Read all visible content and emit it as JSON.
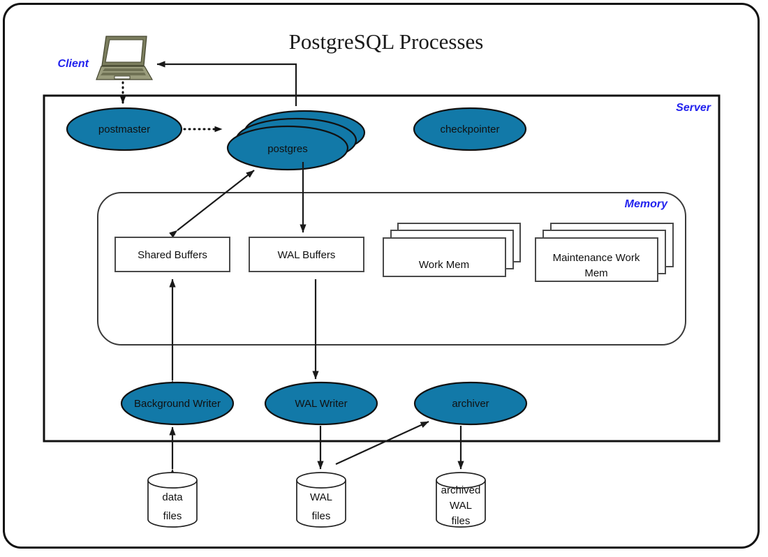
{
  "title": "PostgreSQL Processes",
  "colors": {
    "process_fill": "#1279a8",
    "label_blue": "#2222ee",
    "outline": "#111111",
    "laptop": "#7b7d5e"
  },
  "labels": {
    "client": "Client",
    "server": "Server",
    "memory": "Memory"
  },
  "icons": {
    "laptop": "laptop-icon"
  },
  "processes": [
    {
      "id": "postmaster",
      "label": "postmaster",
      "shape": "ellipse",
      "stacked": 1
    },
    {
      "id": "postgres",
      "label": "postgres",
      "shape": "ellipse-stack",
      "stacked": 3
    },
    {
      "id": "checkpointer",
      "label": "checkpointer",
      "shape": "ellipse",
      "stacked": 1
    },
    {
      "id": "background-writer",
      "label": "Background Writer",
      "shape": "ellipse",
      "stacked": 1
    },
    {
      "id": "wal-writer",
      "label": "WAL Writer",
      "shape": "ellipse",
      "stacked": 1
    },
    {
      "id": "archiver",
      "label": "archiver",
      "shape": "ellipse",
      "stacked": 1
    }
  ],
  "memory_areas": [
    {
      "id": "shared-buffers",
      "label": "Shared Buffers",
      "stacked": 1
    },
    {
      "id": "wal-buffers",
      "label": "WAL Buffers",
      "stacked": 1
    },
    {
      "id": "work-mem",
      "label": "Work Mem",
      "stacked": 3
    },
    {
      "id": "maintenance-work-mem",
      "label": "Maintenance Work Mem",
      "stacked": 3,
      "line1": "Maintenance Work",
      "line2": "Mem"
    }
  ],
  "storage": [
    {
      "id": "data-files",
      "line1": "data",
      "line2": "files"
    },
    {
      "id": "wal-files",
      "line1": "WAL",
      "line2": "files"
    },
    {
      "id": "archived-wal-files",
      "line1": "archived",
      "line2": "WAL",
      "line3": "files"
    }
  ],
  "connections": [
    {
      "from": "client",
      "to": "postmaster",
      "style": "dotted"
    },
    {
      "from": "postmaster",
      "to": "postgres",
      "style": "dotted"
    },
    {
      "from": "postgres",
      "to": "client",
      "style": "solid"
    },
    {
      "from": "postgres",
      "to": "shared-buffers",
      "style": "solid-bidirectional"
    },
    {
      "from": "postgres",
      "to": "wal-buffers",
      "style": "solid"
    },
    {
      "from": "shared-buffers",
      "to": "background-writer",
      "style": "solid-bidirectional"
    },
    {
      "from": "wal-buffers",
      "to": "wal-writer",
      "style": "solid"
    },
    {
      "from": "background-writer",
      "to": "data-files",
      "style": "solid-bidirectional"
    },
    {
      "from": "wal-writer",
      "to": "wal-files",
      "style": "solid"
    },
    {
      "from": "wal-files",
      "to": "archiver",
      "style": "solid"
    },
    {
      "from": "archiver",
      "to": "archived-wal-files",
      "style": "solid"
    }
  ]
}
